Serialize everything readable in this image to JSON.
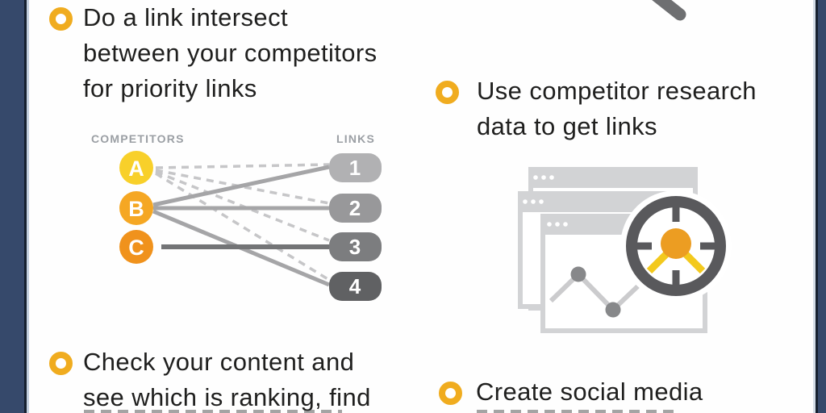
{
  "frame": {
    "navy": "#36496B",
    "dark_line": "#16202F",
    "light_line": "#C2CFDF",
    "background": "#FEFEFE"
  },
  "accent": {
    "bullet_ring": "#F0AC1F",
    "text_color": "#1F1F1E",
    "label_gray": "#9B9FA4"
  },
  "items": [
    {
      "lines": [
        "Do a link intersect",
        "between your competitors",
        "for priority links"
      ]
    },
    {
      "lines": [
        "Use competitor research",
        "data to get links"
      ]
    },
    {
      "lines": [
        "Check your content and",
        "see which is ranking, find"
      ]
    },
    {
      "lines": [
        "Create social media"
      ]
    }
  ],
  "diagram": {
    "left_label": "COMPETITORS",
    "right_label": "LINKS",
    "competitors": [
      {
        "label": "A",
        "color": "#F8D02A"
      },
      {
        "label": "B",
        "color": "#F5A723"
      },
      {
        "label": "C",
        "color": "#F0921C"
      }
    ],
    "links": [
      {
        "label": "1",
        "color": "#B1B1B3"
      },
      {
        "label": "2",
        "color": "#98989A"
      },
      {
        "label": "3",
        "color": "#7C7D7F"
      },
      {
        "label": "4",
        "color": "#606163"
      }
    ],
    "solid_edges": [
      "B→1",
      "B→2",
      "B→4",
      "C→3"
    ],
    "dashed_edges": [
      "A→1",
      "A→2",
      "A→3",
      "A→4"
    ]
  },
  "icons": {
    "magnifier_handle": "magnifier-handle",
    "research_windows": "stacked browser windows with line chart",
    "target": "crosshair target with orange center and yellow rays",
    "colors": {
      "window_gray": "#D2D3D5",
      "chart_line": "#CBCBCD",
      "chart_dot": "#87888A",
      "target_ring": "#59595C",
      "target_center": "#EC9D22",
      "target_rays": "#F3C91D",
      "handle": "#6E6F71"
    }
  }
}
